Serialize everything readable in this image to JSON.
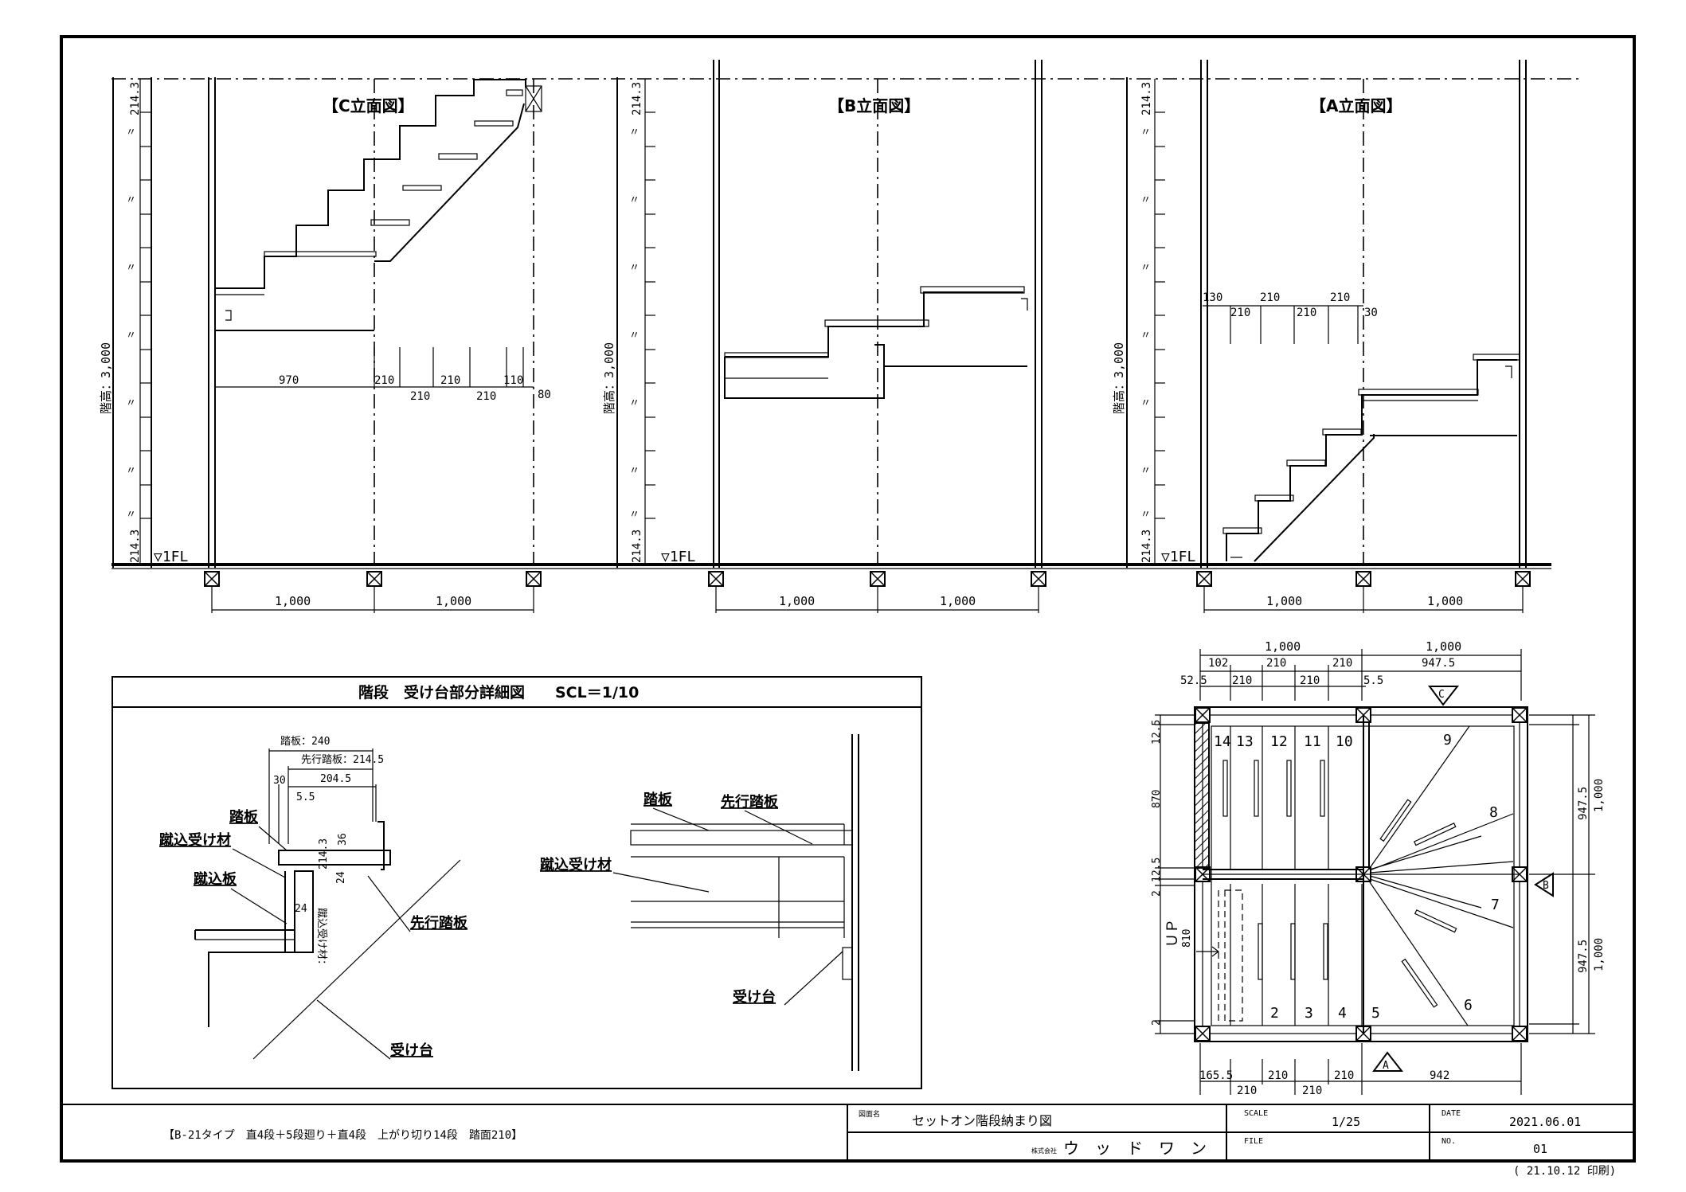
{
  "elevations": {
    "c": {
      "title": "【C立面図】",
      "floor_height": "階高：3,000",
      "riser_top": "214.3",
      "riser_bottom": "214.3",
      "ditto": "〃",
      "fl": "▽1FL",
      "dims_top": [
        "970",
        "210",
        "210",
        "110"
      ],
      "dims_bottom": [
        "210",
        "210"
      ],
      "dim_80": "80",
      "span": [
        "1,000",
        "1,000"
      ]
    },
    "b": {
      "title": "【B立面図】",
      "floor_height": "階高：3,000",
      "riser_top": "214.3",
      "riser_bottom": "214.3",
      "fl": "▽1FL",
      "span": [
        "1,000",
        "1,000"
      ]
    },
    "a": {
      "title": "【A立面図】",
      "floor_height": "階高：3,000",
      "riser_top": "214.3",
      "riser_bottom": "214.3",
      "fl": "▽1FL",
      "dims_top": [
        "130",
        "210",
        "210"
      ],
      "dims_bottom": [
        "210",
        "210",
        "30"
      ],
      "span": [
        "1,000",
        "1,000"
      ]
    }
  },
  "detail": {
    "title": "階段　受け台部分詳細図　　SCL＝1/10",
    "tread_240": "踏板：240",
    "lead_tread_dim": "先行踏板：214.5",
    "d30": "30",
    "d2045": "204.5",
    "d55": "5.5",
    "d2143": "214.3",
    "d36": "36",
    "d24a": "24",
    "d24b": "24",
    "riser_receiver_vert": "蹴込受け材：",
    "lbl_tread": "踏板",
    "lbl_riser_receiver": "蹴込受け材",
    "lbl_riser_board": "蹴込板",
    "lbl_lead_tread": "先行踏板",
    "lbl_support": "受け台",
    "r_tread": "踏板",
    "r_lead_tread": "先行踏板",
    "r_riser_receiver": "蹴込受け材",
    "r_support": "受け台"
  },
  "plan": {
    "top_dims1": [
      "1,000",
      "1,000"
    ],
    "top_dims2": [
      "102",
      "210",
      "210",
      "947.5"
    ],
    "top_dims3": [
      "52.5",
      "210",
      "210",
      "5.5"
    ],
    "left_dims": [
      "12.5",
      "870",
      "12.5",
      "2",
      "810",
      "2"
    ],
    "right_dims_a": [
      "947.5",
      "947.5"
    ],
    "right_dims_b": [
      "1,000",
      "1,000"
    ],
    "bottom_dims1": [
      "165.5",
      "210",
      "210",
      "942"
    ],
    "bottom_dims2": [
      "210",
      "210"
    ],
    "steps_upper": [
      "14",
      "13",
      "12",
      "11",
      "10"
    ],
    "steps_lower": [
      "2",
      "3",
      "4",
      "5"
    ],
    "winders": [
      "6",
      "7",
      "8",
      "9"
    ],
    "up": "ＵＰ",
    "marker_a": "A",
    "marker_b": "B",
    "marker_c": "C"
  },
  "titleblock": {
    "description": "【B-21タイプ　直4段＋5段廻り＋直4段　上がり切り14段　踏面210】",
    "name_label": "図面名",
    "name_value": "セットオン階段納まり図",
    "company_prefix": "株式会社",
    "company": "ウ　ッ　ド　ワ　ン",
    "scale_label": "SCALE",
    "scale_value": "1/25",
    "file_label": "FILE",
    "file_value": "",
    "date_label": "DATE",
    "date_value": "2021.06.01",
    "no_label": "NO.",
    "no_value": "01",
    "printed": "( 21.10.12 印刷)"
  }
}
